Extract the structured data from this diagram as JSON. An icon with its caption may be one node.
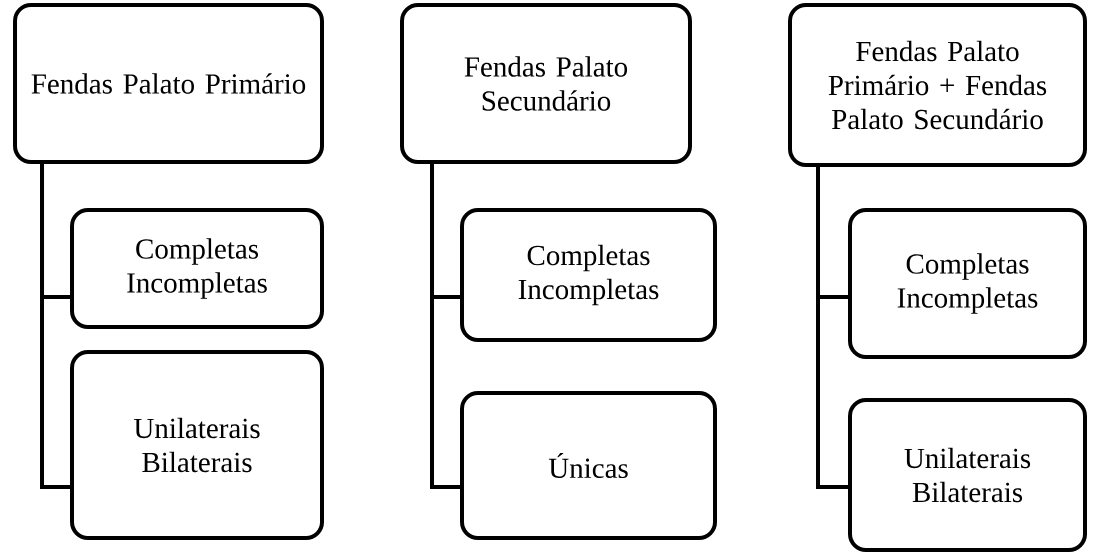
{
  "diagram": {
    "nodes": [
      {
        "text": [
          "Fendas Palato Primário"
        ]
      },
      {
        "text": [
          "Completas Incompletas"
        ]
      },
      {
        "text": [
          "Unilaterais Bilaterais"
        ]
      },
      {
        "text": [
          "Fendas Palato Secundário"
        ]
      },
      {
        "text": [
          "Completas Incompletas"
        ]
      },
      {
        "text": [
          "Únicas"
        ]
      },
      {
        "text": [
          "Fendas Palato Primário + Fendas Palato Secundário"
        ]
      },
      {
        "text": [
          "Completas Incompletas"
        ]
      },
      {
        "text": [
          "Unilaterais Bilaterais"
        ]
      }
    ],
    "edges": [
      {
        "from": 0,
        "to": 1,
        "arrow": "none"
      },
      {
        "from": 0,
        "to": 2,
        "arrow": "none"
      },
      {
        "from": 3,
        "to": 4,
        "arrow": "none"
      },
      {
        "from": 3,
        "to": 5,
        "arrow": "none"
      },
      {
        "from": 6,
        "to": 7,
        "arrow": "none"
      },
      {
        "from": 6,
        "to": 8,
        "arrow": "none"
      }
    ]
  }
}
